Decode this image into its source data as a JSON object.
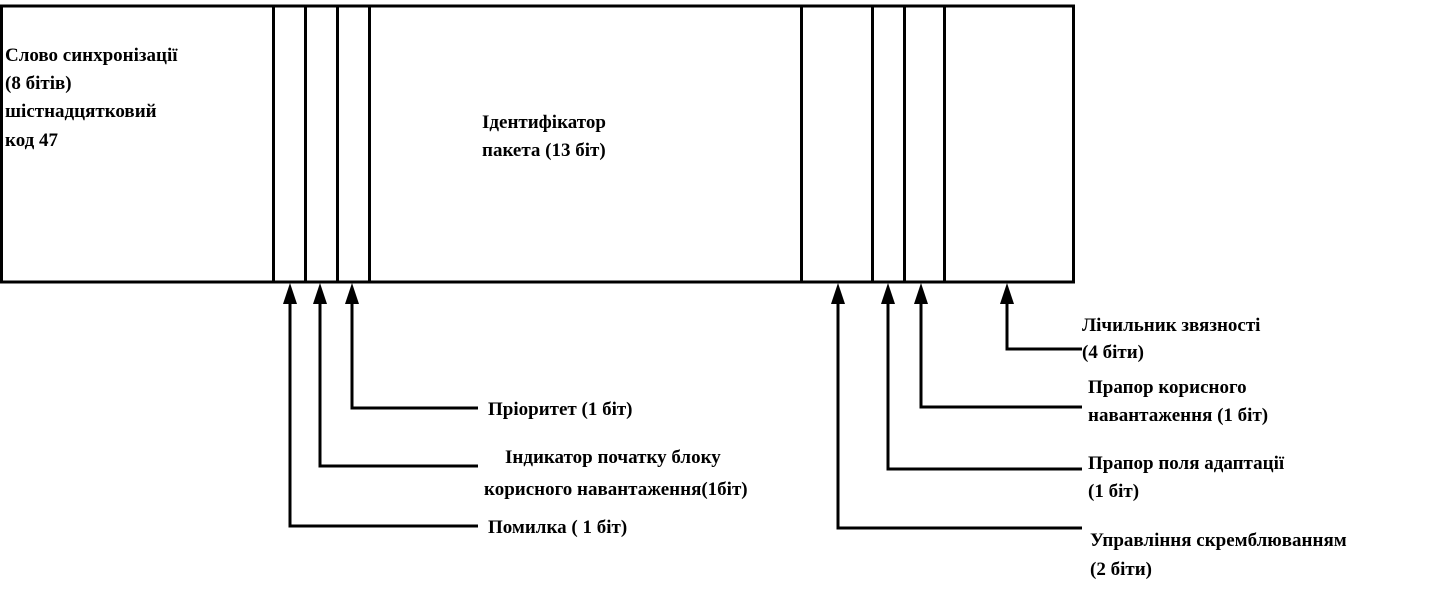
{
  "diagram": {
    "fields": {
      "sync": [
        "Слово синхронізації",
        "(8 бітів)",
        "шістнадцятковий",
        "код 47"
      ],
      "pid": [
        "Ідентифікатор",
        "пакета (13 біт)"
      ],
      "error": "Помилка ( 1 біт)",
      "start_indicator": [
        "Індикатор початку блоку",
        "корисного навантаження(1біт)"
      ],
      "priority": "Пріоритет (1 біт)",
      "scrambling": [
        "Управління скремблюванням",
        "(2 біти)"
      ],
      "adaptation_flag": [
        "Прапор поля адаптації",
        "(1 біт)"
      ],
      "payload_flag": [
        "Прапор корисного",
        "навантаження (1 біт)"
      ],
      "continuity": [
        "Лічильник звязності",
        "(4 біти)"
      ]
    }
  }
}
